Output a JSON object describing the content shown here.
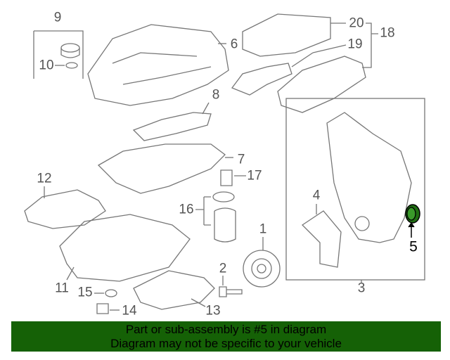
{
  "diagram": {
    "callouts": [
      "1",
      "2",
      "3",
      "4",
      "5",
      "6",
      "7",
      "8",
      "9",
      "10",
      "11",
      "12",
      "13",
      "14",
      "15",
      "16",
      "17",
      "18",
      "19",
      "20"
    ],
    "highlighted_part": "5",
    "highlight_color": "#1f6e12",
    "line_color": "#777777"
  },
  "banner": {
    "line1": "Part or sub-assembly is #5 in diagram",
    "line2": "Diagram may not be specific to your vehicle",
    "background": "#156106"
  }
}
